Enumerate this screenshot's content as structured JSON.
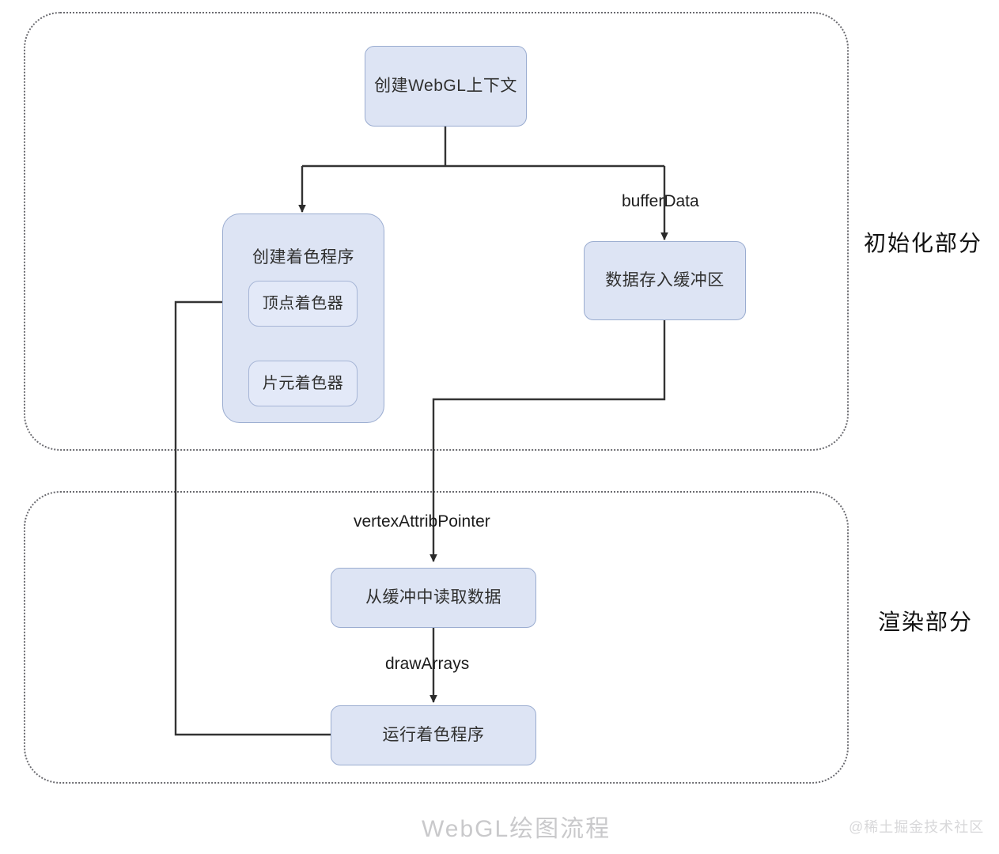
{
  "diagram": {
    "caption": "WebGL绘图流程",
    "watermark": "@稀土掘金技术社区",
    "colors": {
      "node_fill": "#dde4f4",
      "node_border": "#9aacd0",
      "inner_fill": "#e3e9f8",
      "line": "#333333",
      "region_border": "#6b6b70",
      "caption_color": "#c9c9cb"
    },
    "regions": [
      {
        "id": "init",
        "label": "初始化部分"
      },
      {
        "id": "render",
        "label": "渲染部分"
      }
    ],
    "nodes": [
      {
        "id": "context",
        "label": "创建WebGL上下文"
      },
      {
        "id": "program",
        "label": "创建着色程序"
      },
      {
        "id": "vertex_shader",
        "label": "顶点着色器"
      },
      {
        "id": "fragment_shader",
        "label": "片元着色器"
      },
      {
        "id": "buffer",
        "label": "数据存入缓冲区"
      },
      {
        "id": "read_buffer",
        "label": "从缓冲中读取数据"
      },
      {
        "id": "run_program",
        "label": "运行着色程序"
      }
    ],
    "edge_labels": [
      {
        "id": "buffer_data",
        "label": "bufferData"
      },
      {
        "id": "vertex_attrib_pointer",
        "label": "vertexAttribPointer"
      },
      {
        "id": "draw_arrays",
        "label": "drawArrays"
      }
    ]
  }
}
